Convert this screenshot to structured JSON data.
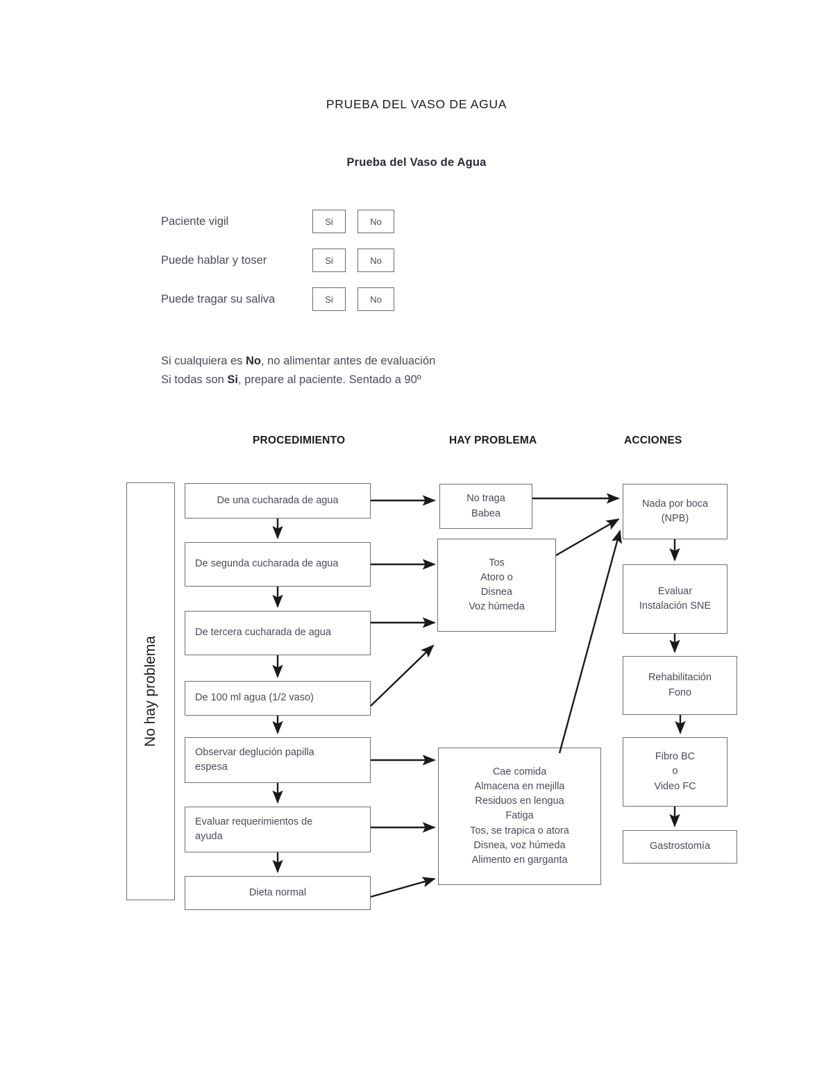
{
  "document": {
    "title": "PRUEBA DEL VASO DE AGUA",
    "form_title": "Prueba del Vaso de Agua"
  },
  "screening": {
    "questions": [
      {
        "label": "Paciente vigil",
        "yes": "Si",
        "no": "No"
      },
      {
        "label": "Puede hablar y toser",
        "yes": "Si",
        "no": "No"
      },
      {
        "label": "Puede tragar su saliva",
        "yes": "Si",
        "no": "No"
      }
    ],
    "notes": [
      {
        "pre": "Si cualquiera es ",
        "bold": "No",
        "post": ", no alimentar antes de evaluación"
      },
      {
        "pre": "Si todas son ",
        "bold": "Si",
        "post": ", prepare al paciente.  Sentado a 90º"
      }
    ]
  },
  "flowchart": {
    "side_label": "No hay problema",
    "headers": {
      "procedure": "PROCEDIMIENTO",
      "problem": "HAY PROBLEMA",
      "actions": "ACCIONES"
    },
    "procedure_steps": [
      {
        "text": "De una cucharada de agua"
      },
      {
        "text": "De segunda cucharada de agua"
      },
      {
        "text": "De tercera cucharada de agua"
      },
      {
        "text": "De 100 ml agua (1/2 vaso)"
      },
      {
        "line1": "Observar deglución papilla",
        "line2": "espesa"
      },
      {
        "line1": "Evaluar requerimientos de",
        "line2": "ayuda"
      },
      {
        "text": "Dieta normal"
      }
    ],
    "problems": [
      {
        "lines": [
          "No traga",
          "Babea"
        ]
      },
      {
        "lines": [
          "Tos",
          "Atoro o",
          "Disnea",
          "Voz húmeda"
        ]
      },
      {
        "lines": [
          "Cae comida",
          "Almacena en mejilla",
          "Residuos en lengua",
          "Fatiga",
          "Tos, se trapica o atora",
          "Disnea, voz húmeda",
          "Alimento en garganta"
        ]
      }
    ],
    "actions": [
      {
        "lines": [
          "Nada por boca",
          "(NPB)"
        ]
      },
      {
        "lines": [
          "Evaluar",
          "Instalación SNE"
        ]
      },
      {
        "lines": [
          "Rehabilitación",
          "Fono"
        ]
      },
      {
        "lines": [
          "Fibro BC",
          "o",
          "Video FC"
        ]
      },
      {
        "lines": [
          "Gastrostomía"
        ]
      }
    ]
  },
  "colors": {
    "border": "#6d6d6d",
    "text": "#4a4a55",
    "heading": "#1c1c1c",
    "background": "#ffffff"
  }
}
